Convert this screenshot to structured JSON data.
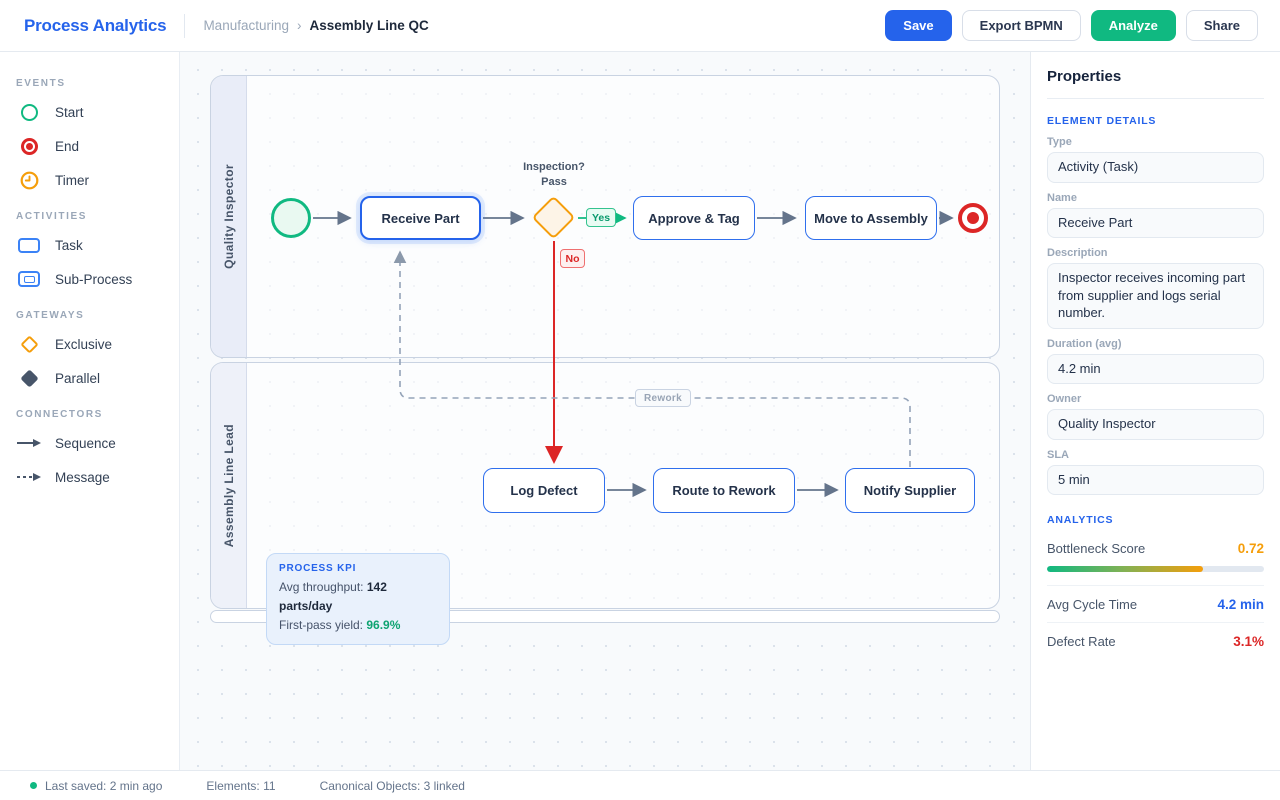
{
  "header": {
    "logo": "Process Analytics",
    "breadcrumb": {
      "parent": "Manufacturing",
      "separator": "›",
      "current": "Assembly Line QC"
    },
    "buttons": {
      "save": "Save",
      "export": "Export BPMN",
      "analyze": "Analyze",
      "share": "Share"
    }
  },
  "palette": {
    "sections": [
      {
        "title": "EVENTS",
        "items": [
          {
            "icon": "start-event-icon",
            "label": "Start"
          },
          {
            "icon": "end-event-icon",
            "label": "End"
          },
          {
            "icon": "timer-event-icon",
            "label": "Timer"
          }
        ]
      },
      {
        "title": "ACTIVITIES",
        "items": [
          {
            "icon": "task-icon",
            "label": "Task"
          },
          {
            "icon": "sub-process-icon",
            "label": "Sub-Process"
          }
        ]
      },
      {
        "title": "GATEWAYS",
        "items": [
          {
            "icon": "exclusive-gateway-icon",
            "label": "Exclusive"
          },
          {
            "icon": "parallel-gateway-icon",
            "label": "Parallel"
          }
        ]
      },
      {
        "title": "CONNECTORS",
        "items": [
          {
            "icon": "sequence-flow-icon",
            "label": "Sequence"
          },
          {
            "icon": "message-flow-icon",
            "label": "Message"
          }
        ]
      }
    ]
  },
  "diagram": {
    "lanes": [
      {
        "label": "Quality Inspector"
      },
      {
        "label": "Assembly Line Lead"
      }
    ],
    "tasks": {
      "receive": "Receive Part",
      "approve": "Approve & Tag",
      "move": "Move to Assembly",
      "log": "Log Defect",
      "route": "Route to Rework",
      "notify": "Notify Supplier"
    },
    "gateway_label": {
      "line1": "Inspection?",
      "line2": "Pass"
    },
    "edge_labels": {
      "yes": "Yes",
      "no": "No",
      "rework": "Rework"
    },
    "kpi": {
      "title": "PROCESS KPI",
      "throughput_label": "Avg throughput: ",
      "throughput_value": "142 parts/day",
      "yield_label": "First-pass yield: ",
      "yield_value": "96.9%"
    }
  },
  "properties": {
    "title": "Properties",
    "section_details": "ELEMENT DETAILS",
    "fields": [
      {
        "label": "Type",
        "value": "Activity (Task)"
      },
      {
        "label": "Name",
        "value": "Receive Part"
      },
      {
        "label": "Description",
        "value": "Inspector receives incoming part from supplier and logs serial number."
      },
      {
        "label": "Duration (avg)",
        "value": "4.2 min"
      },
      {
        "label": "Owner",
        "value": "Quality Inspector"
      },
      {
        "label": "SLA",
        "value": "5 min"
      }
    ],
    "section_analytics": "ANALYTICS",
    "analytics": [
      {
        "label": "Bottleneck Score",
        "value": "0.72",
        "color": "#f59e0b"
      },
      {
        "label": "Avg Cycle Time",
        "value": "4.2 min",
        "color": "#2563eb"
      },
      {
        "label": "Defect Rate",
        "value": "3.1%",
        "color": "#dc2626"
      }
    ],
    "bottleneck_bar_pct": 72
  },
  "statusbar": {
    "saved": "Last saved: 2 min ago",
    "elements": "Elements: 11",
    "canonical": "Canonical Objects: 3 linked"
  },
  "colors": {
    "accent": "#2563eb",
    "success": "#10b981",
    "warning": "#f59e0b",
    "danger": "#dc2626"
  }
}
